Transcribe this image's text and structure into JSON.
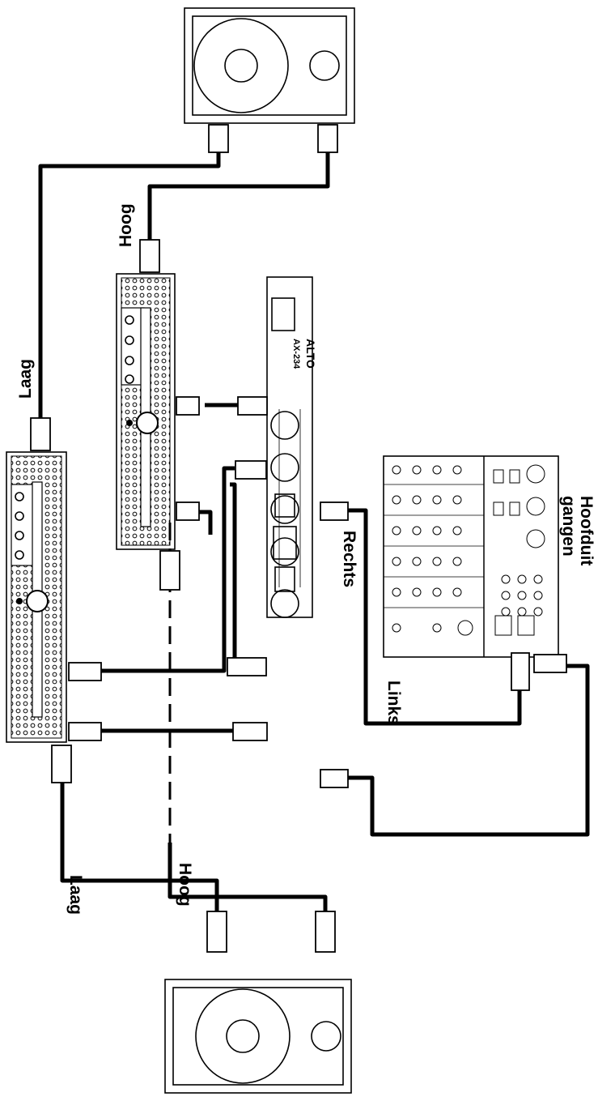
{
  "labels": {
    "high_top": "Hoog",
    "low_top": "Laag",
    "high_bottom": "Hoog",
    "low_bottom": "Laag",
    "right": "Rechts",
    "left": "Links",
    "main_outputs_line1": "Hoofduit",
    "main_outputs_line2": "gangen"
  },
  "crossover": {
    "brand": "ALTO",
    "model": "AX-234"
  }
}
